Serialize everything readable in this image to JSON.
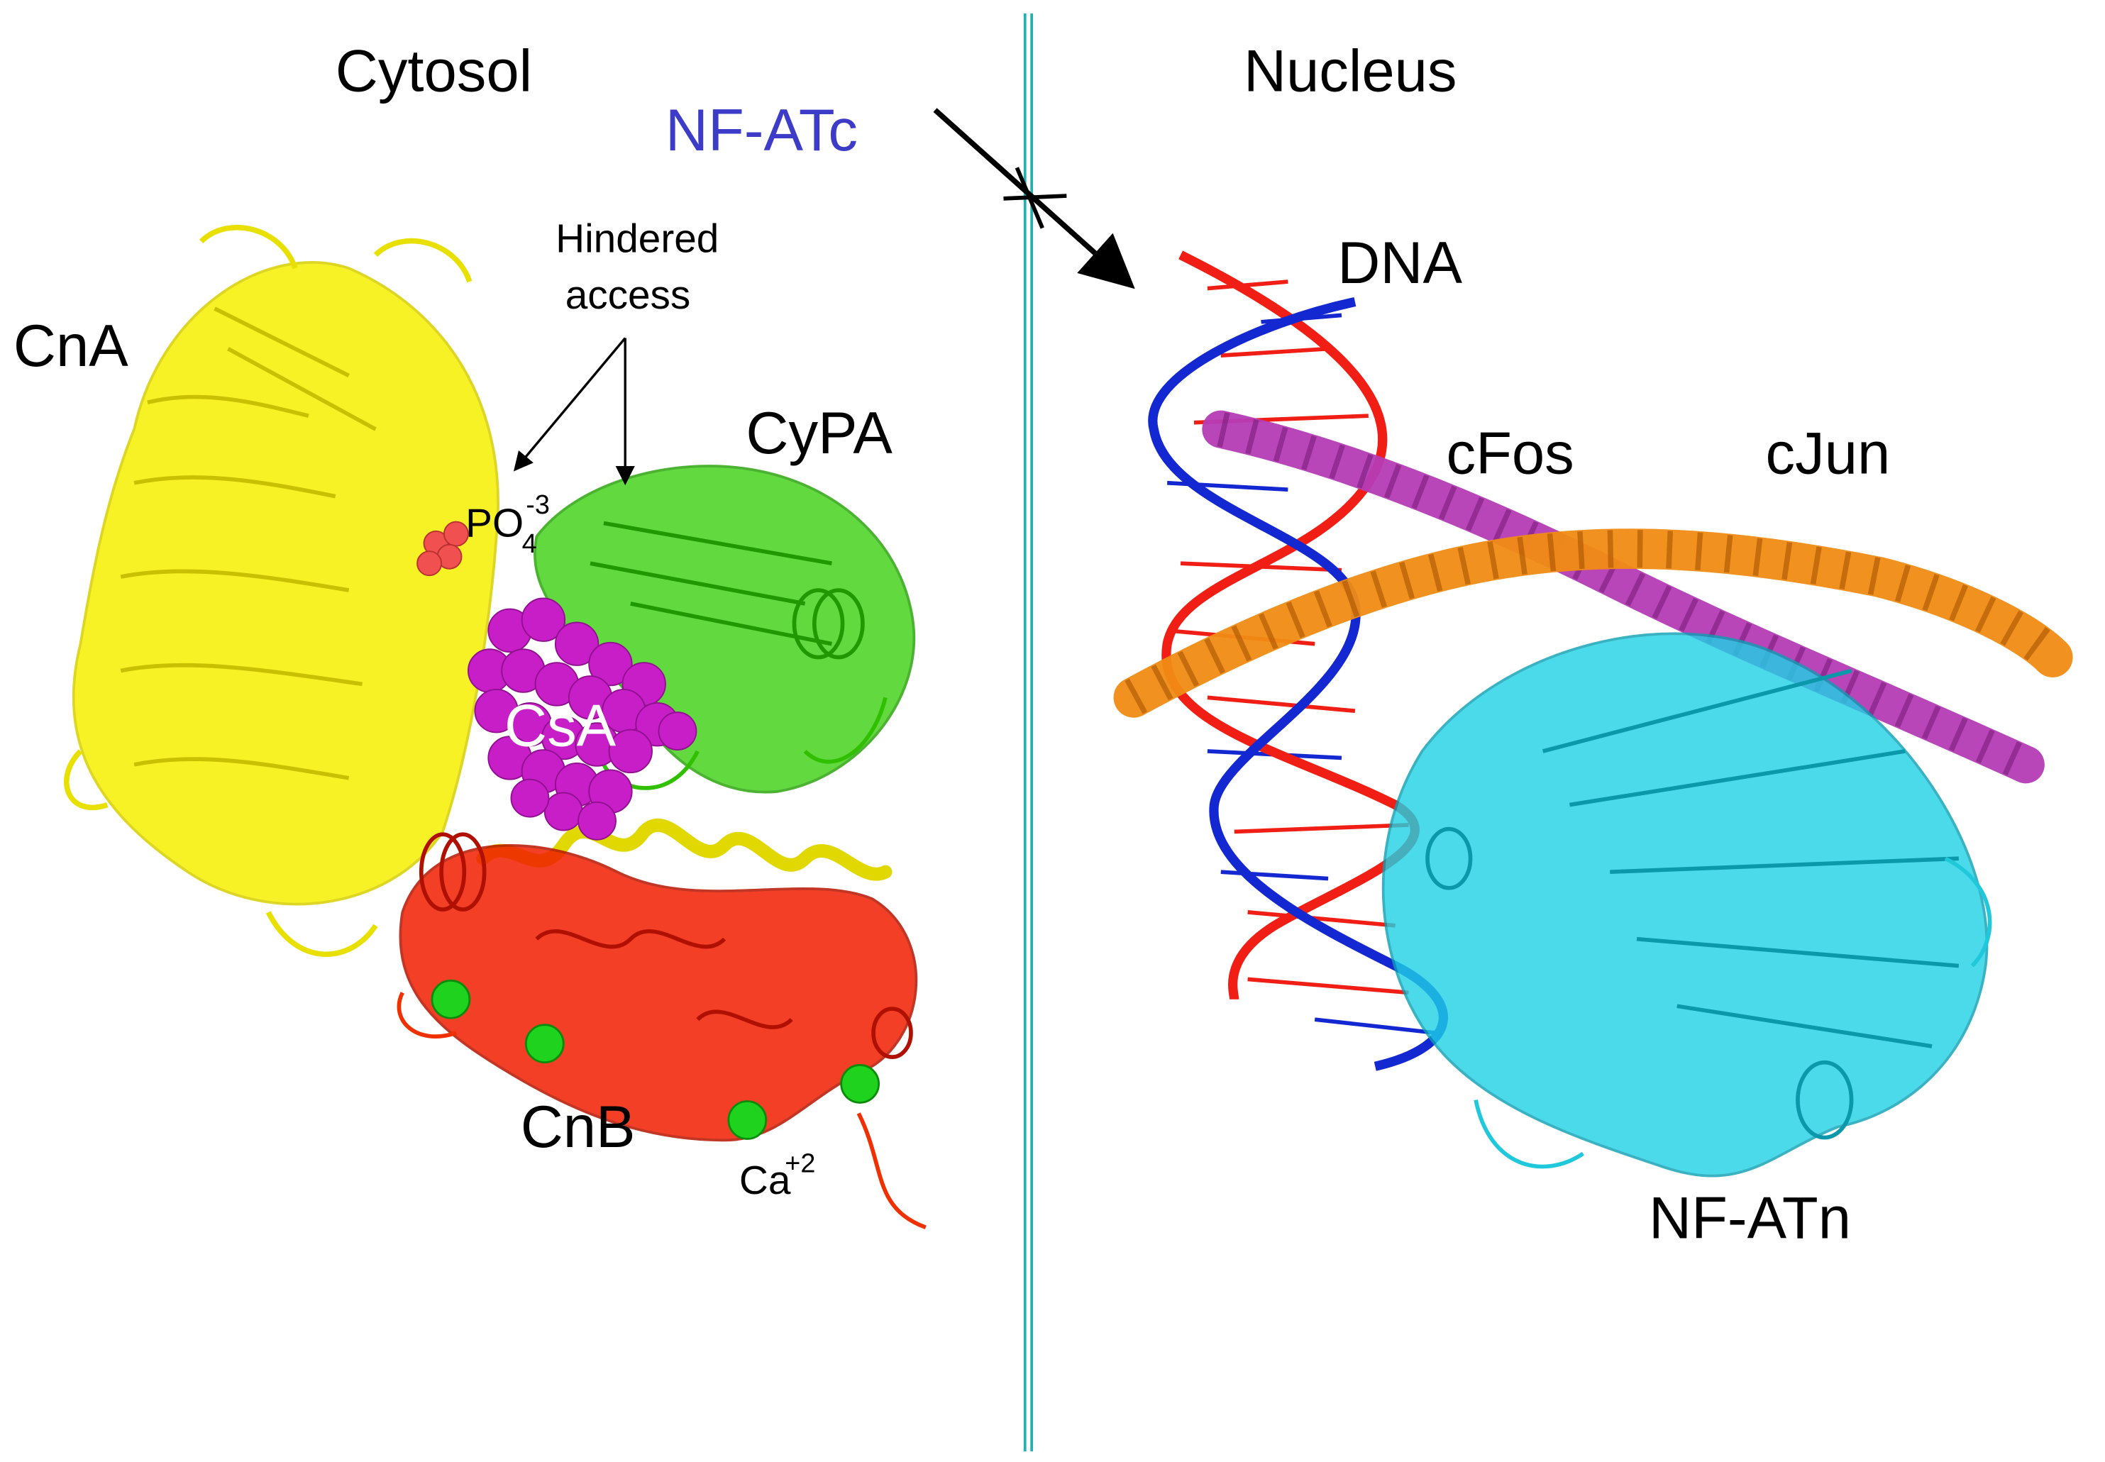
{
  "compartments": {
    "cytosol": "Cytosol",
    "nucleus": "Nucleus"
  },
  "transport": {
    "label": "NF-ATc",
    "label_color": "#3c3cc8",
    "blocked": true
  },
  "annotations": {
    "hindered_line1": "Hindered",
    "hindered_line2": "access",
    "phosphate_main": "PO",
    "phosphate_sub": "4",
    "phosphate_sup": "-3",
    "calcium_main": "Ca",
    "calcium_sup": "+2"
  },
  "molecules": {
    "cna": {
      "label": "CnA",
      "color": "#f5f000"
    },
    "cypa": {
      "label": "CyPA",
      "color": "#2fc400"
    },
    "csa": {
      "label": "CsA",
      "color": "#c81ec8"
    },
    "cnb": {
      "label": "CnB",
      "color": "#f01e00"
    },
    "dna": {
      "label": "DNA",
      "color_a": "#1428d2",
      "color_b": "#f01e14"
    },
    "cfos": {
      "label": "cFos",
      "color": "#b43cb4"
    },
    "cjun": {
      "label": "cJun",
      "color": "#f08c14"
    },
    "nfatn": {
      "label": "NF-ATn",
      "color": "#1ed2e6"
    }
  },
  "membrane_color": "#22b0b0",
  "calcium_color": "#1ed21e",
  "phosphate_color": "#f05050"
}
